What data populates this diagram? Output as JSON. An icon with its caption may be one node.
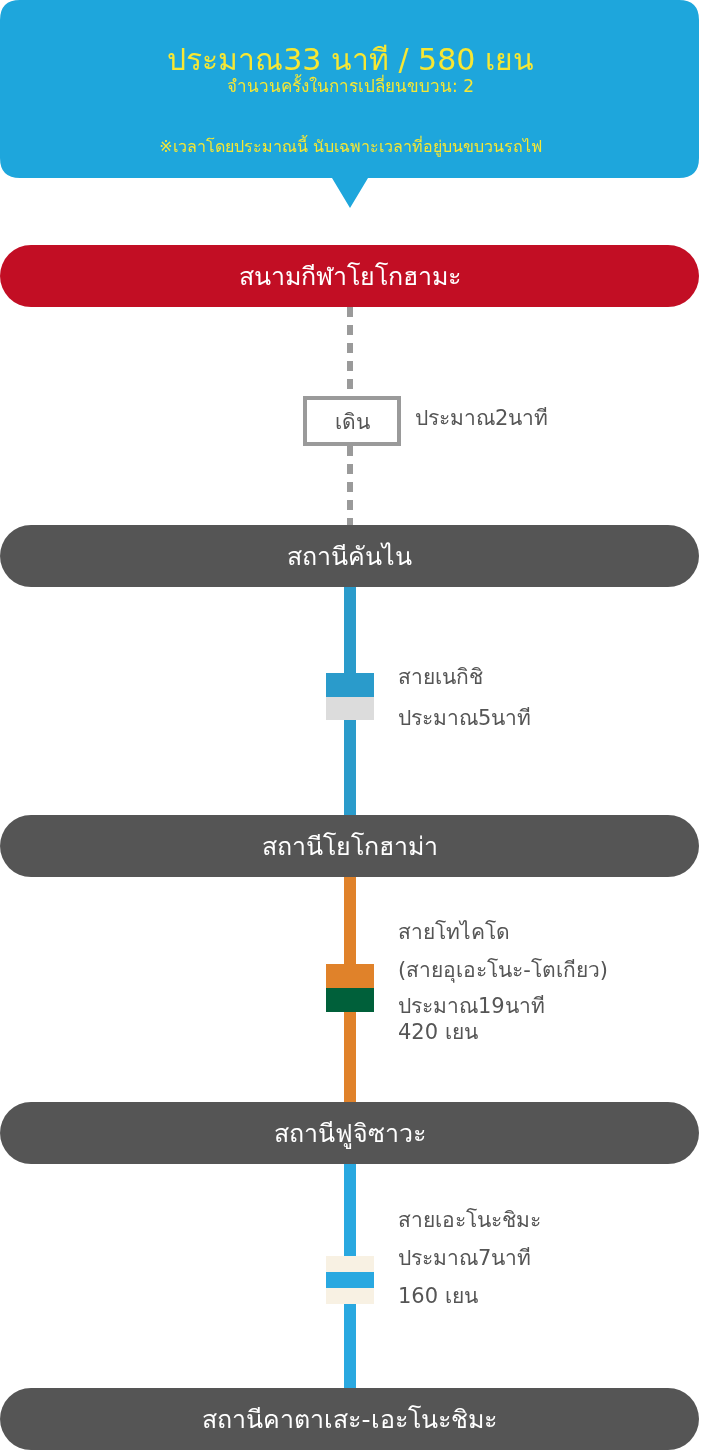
{
  "diagram": {
    "nodes": [
      {
        "text": [
          "ประมาณ33 นาที / 580 เยน",
          "จำนวนครั้งในการเปลี่ยนขบวน: 2",
          "※เวลาโดยประมาณนี้ นับเฉพาะเวลาที่อยู่บนขบวนรถไฟ"
        ]
      },
      {
        "text": [
          "สนามกีฬาโยโกฮามะ"
        ]
      },
      {
        "text": [
          "เดิน"
        ],
        "beside": [
          "ประมาณ2นาที"
        ]
      },
      {
        "text": [
          "สถานีคันไน"
        ]
      },
      {
        "text": [],
        "shape": "box",
        "beside": [
          "สายเนกิชิ",
          "ประมาณ5นาที"
        ]
      },
      {
        "text": [
          "สถานีโยโกฮาม่า"
        ]
      },
      {
        "text": [],
        "shape": "box",
        "beside": [
          "สายโทไคโด",
          "(สายอุเอะโนะ-โตเกียว)",
          "ประมาณ19นาที",
          "420 เยน"
        ]
      },
      {
        "text": [
          "สถานีฟูจิซาวะ"
        ]
      },
      {
        "text": [],
        "shape": "box",
        "beside": [
          "สายเอะโนะชิมะ",
          "ประมาณ7นาที",
          "160 เยน"
        ]
      },
      {
        "text": [
          "สถานีคาตาเสะ-เอะโนะชิมะ"
        ]
      }
    ],
    "edges": [
      {
        "from": 1,
        "to": 2,
        "arrow": "none",
        "style": "dashed",
        "color": "#9a9a9a"
      },
      {
        "from": 2,
        "to": 3,
        "arrow": "none",
        "style": "dashed",
        "color": "#9a9a9a"
      },
      {
        "from": 3,
        "to": 4,
        "arrow": "none",
        "color": "#2a9bcb"
      },
      {
        "from": 4,
        "to": 5,
        "arrow": "none",
        "color": "#2a9bcb"
      },
      {
        "from": 5,
        "to": 6,
        "arrow": "none",
        "color": "#e0822a"
      },
      {
        "from": 6,
        "to": 7,
        "arrow": "none",
        "color": "#e0822a"
      },
      {
        "from": 7,
        "to": 8,
        "arrow": "none",
        "color": "#29a8e0"
      },
      {
        "from": 8,
        "to": 9,
        "arrow": "none",
        "color": "#29a8e0"
      }
    ]
  }
}
